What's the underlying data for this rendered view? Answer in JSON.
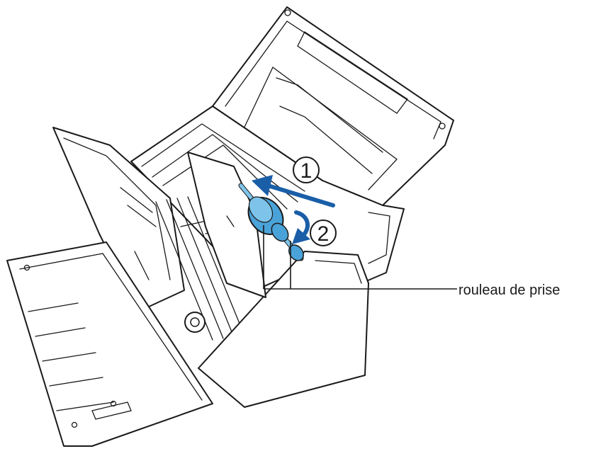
{
  "callouts": [
    {
      "number": "1",
      "label": "①"
    },
    {
      "number": "2",
      "label": "②"
    }
  ],
  "part_label": "rouleau de prise",
  "colors": {
    "accent_blue": "#1a5ea8",
    "roller_blue": "#4aa3d8",
    "line": "#1a1a1a"
  }
}
